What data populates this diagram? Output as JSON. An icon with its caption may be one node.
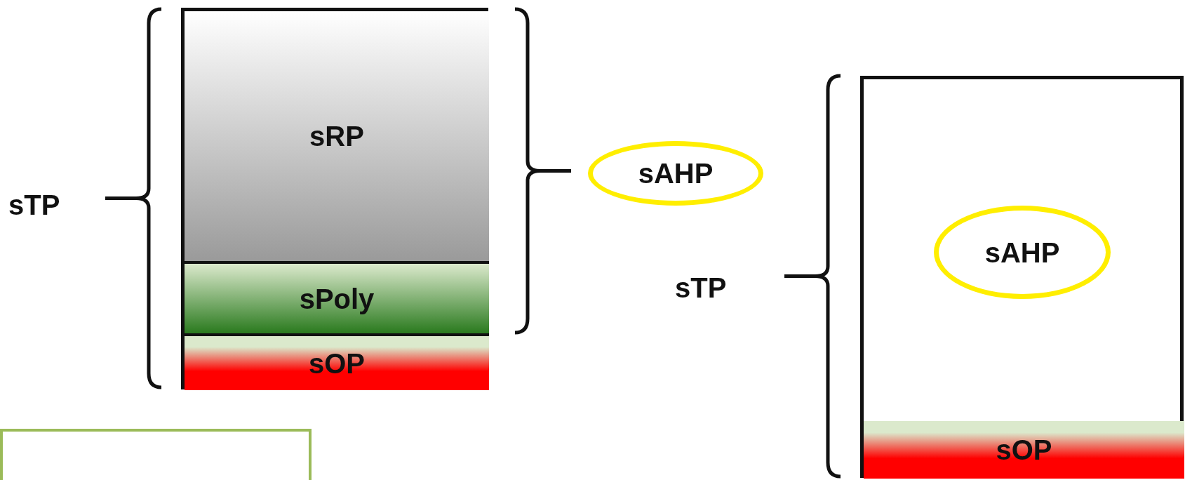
{
  "diagram": {
    "nodes": [
      {
        "text": [],
        "shape": "box"
      },
      {
        "text": [
          "sRP"
        ],
        "in": 0
      },
      {
        "text": [
          "sPoly"
        ],
        "in": 0
      },
      {
        "text": [
          "sOP"
        ],
        "in": 0
      },
      {
        "text": [
          "sAHP"
        ]
      },
      {
        "text": [],
        "shape": "box"
      },
      {
        "text": [
          "sAHP"
        ],
        "in": 5
      },
      {
        "text": [
          "sOP"
        ],
        "in": 5
      },
      {
        "text": [],
        "shape": "box"
      }
    ],
    "labels": [
      "sTP",
      "sTP"
    ]
  }
}
